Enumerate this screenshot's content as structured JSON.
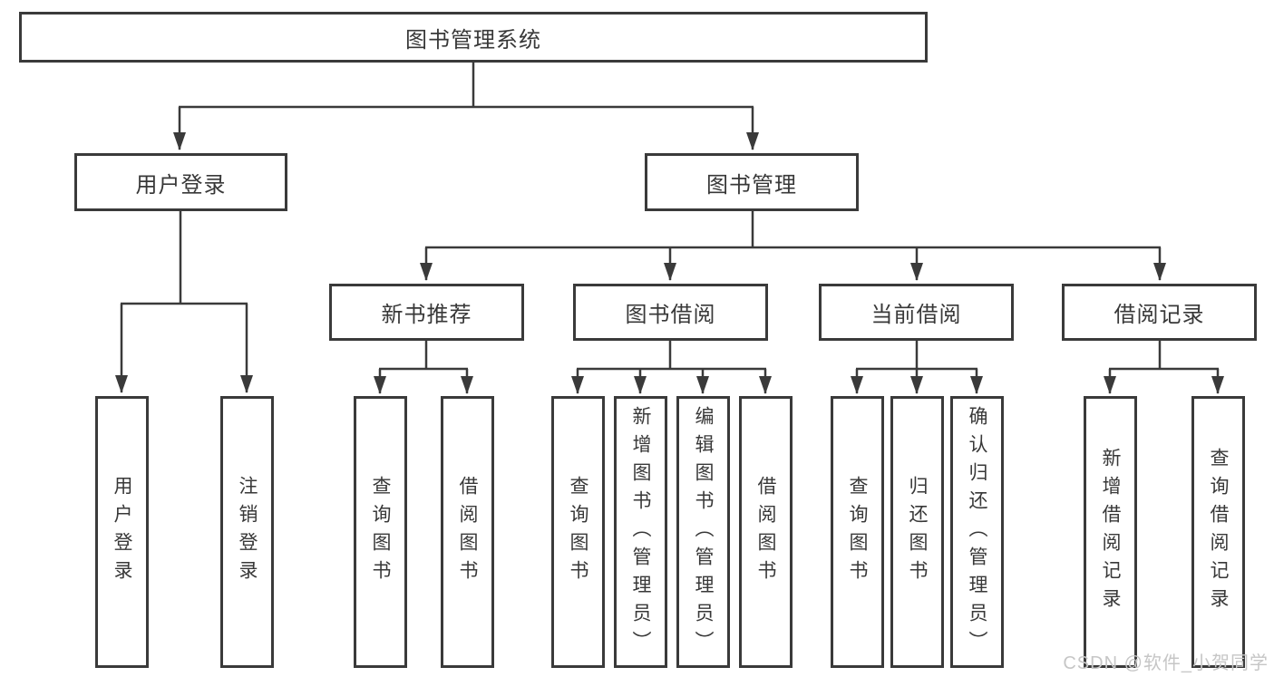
{
  "title": "图书管理系统",
  "level2": {
    "user_login": "用户登录",
    "book_mgmt": "图书管理"
  },
  "level3": {
    "new_book_rec": "新书推荐",
    "book_borrow": "图书借阅",
    "current_borrow": "当前借阅",
    "borrow_records": "借阅记录"
  },
  "leaves": {
    "user_login": [
      "用户登录",
      "注销登录"
    ],
    "new_book_rec": [
      "查询图书",
      "借阅图书"
    ],
    "book_borrow": [
      "查询图书",
      "新增图书（管理员）",
      "编辑图书（管理员）",
      "借阅图书"
    ],
    "current_borrow": [
      "查询图书",
      "归还图书",
      "确认归还（管理员）"
    ],
    "borrow_records": [
      "新增借阅记录",
      "查询借阅记录"
    ]
  },
  "watermark": "CSDN @软件_小贺同学",
  "colors": {
    "line": "#3a3a3a",
    "text": "#383838",
    "background": "#ffffff",
    "watermark": "#c6c6c6"
  }
}
